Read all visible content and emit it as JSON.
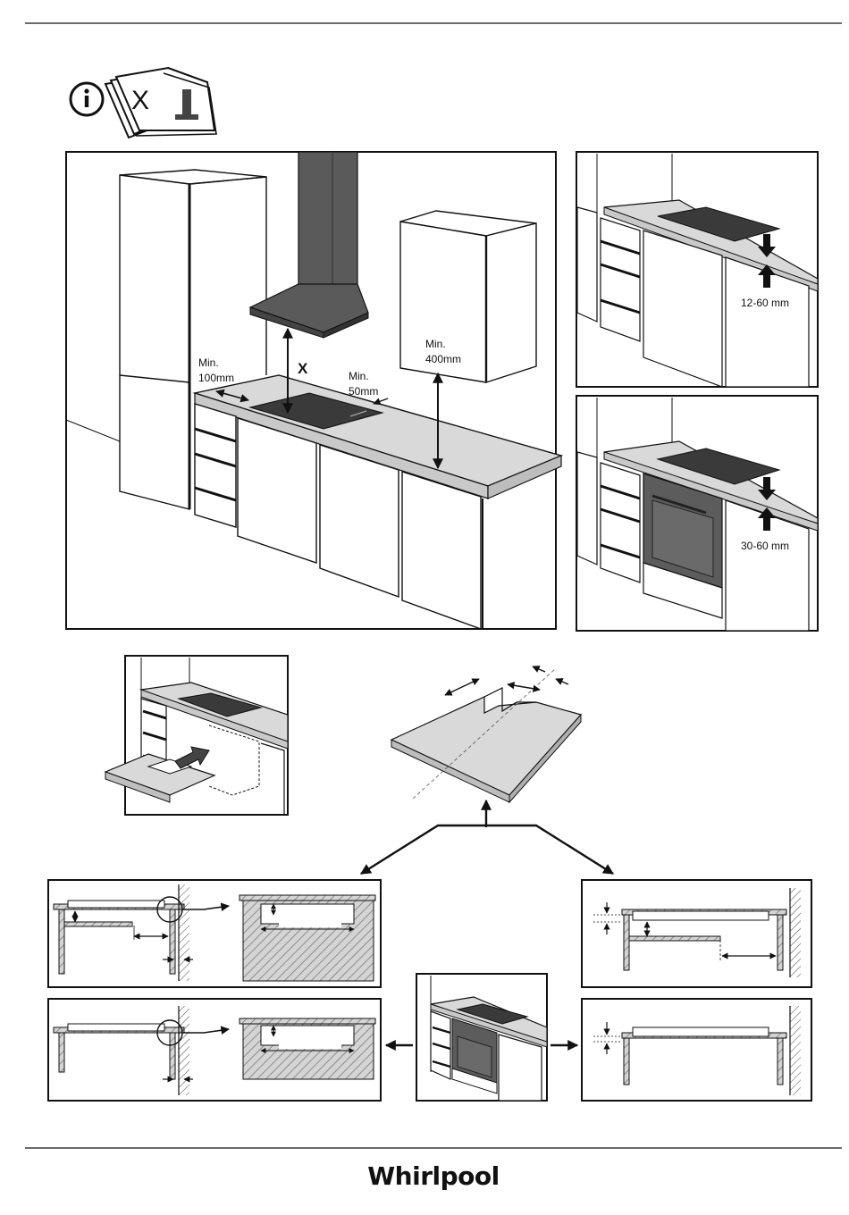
{
  "header": {
    "info_icon": "info-icon",
    "manual_icon": "manual-book-icon",
    "book_letter": "X"
  },
  "main_scene": {
    "hood_height_label": "X",
    "side_clearance_min": "Min.",
    "side_clearance_value": "100mm",
    "rear_clearance_min": "Min.",
    "rear_clearance_value": "50mm",
    "wall_cabinet_min": "Min.",
    "wall_cabinet_value": "400mm"
  },
  "side_panels": {
    "top_gap": "12-60 mm",
    "bottom_gap": "30-60 mm"
  },
  "footer": {
    "brand": "Whirlpool"
  },
  "colors": {
    "line": "#1a1a1a",
    "hood": "#555555",
    "counter": "#d6d6d6",
    "hob": "#3a3a3a",
    "hatch": "#9a9a9a"
  }
}
